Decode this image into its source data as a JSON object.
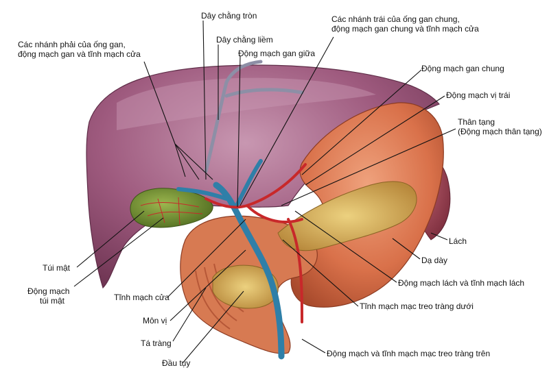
{
  "colors": {
    "liver": "#8e4e70",
    "liver_light": "#b987a3",
    "stomach": "#d9714a",
    "pancreas": "#d9b15c",
    "gallbladder": "#6b8a2e",
    "portal_vein": "#2f7fa8",
    "artery": "#c8282a",
    "leader_line": "#111111",
    "text": "#111111",
    "background": "#ffffff"
  },
  "labels": {
    "round_ligament": "Dây chằng tròn",
    "left_branches_l1": "Các nhánh trái của ống gan chung,",
    "left_branches_l2": "động mạch gan chung và tĩnh mạch cửa",
    "right_branches_l1": "Các nhánh phải của ống gan,",
    "right_branches_l2": "động mạch gan và tĩnh mạch cửa",
    "falciform_ligament": "Dây chằng liềm",
    "middle_hepatic_artery": "Động mạch gan giữa",
    "common_hepatic_artery": "Động mạch gan chung",
    "left_gastric_artery": "Động mạch vị trái",
    "celiac_trunk_l1": "Thân tạng",
    "celiac_trunk_l2": "(Động mạch thân tạng)",
    "spleen": "Lách",
    "stomach": "Dạ dày",
    "splenic_vessels": "Động mạch lách và tĩnh mạch lách",
    "inferior_mesenteric_vein": "Tĩnh mạch mạc treo tràng dưới",
    "superior_mesenteric_vessels": "Động mạch và tĩnh mạch mạc treo tràng trên",
    "gallbladder": "Túi mật",
    "cystic_artery_l1": "Động mạch",
    "cystic_artery_l2": "túi mật",
    "portal_vein": "Tĩnh mạch cửa",
    "pylorus": "Môn vị",
    "duodenum": "Tá tràng",
    "pancreas_head": "Đầu tụy"
  }
}
